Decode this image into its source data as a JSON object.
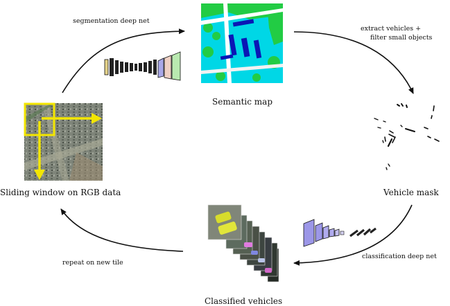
{
  "nodes": {
    "semantic_map": "Semantic map",
    "vehicle_mask": "Vehicle mask",
    "classified_vehicles": "Classified vehicles",
    "sliding_window": "Sliding window on RGB data"
  },
  "edges": {
    "segmentation": "segmentation deep net",
    "extract_line1": "extract vehicles +",
    "extract_line2": "filter small objects",
    "classification": "classification deep net",
    "repeat": "repeat on new tile"
  },
  "colors": {
    "arrow": "#111111",
    "window": "#f3e600",
    "semantic_bg": "#00d7e6",
    "building": "#0a17b5",
    "vegetation": "#1fcf3a",
    "road": "#ffffff"
  }
}
